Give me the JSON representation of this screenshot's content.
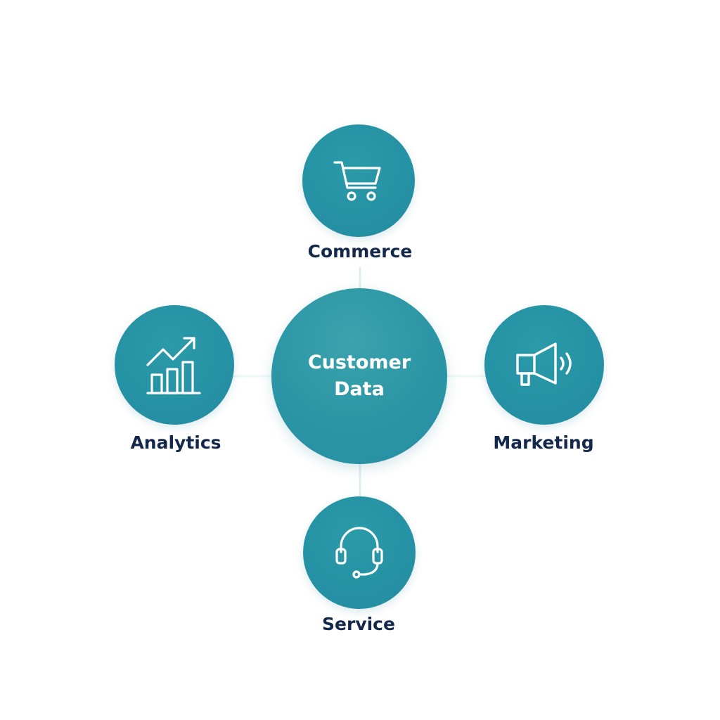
{
  "hub": {
    "title": "Customer Data"
  },
  "nodes": {
    "commerce": {
      "label": "Commerce",
      "icon": "shopping-cart-icon"
    },
    "analytics": {
      "label": "Analytics",
      "icon": "bar-chart-trend-icon"
    },
    "marketing": {
      "label": "Marketing",
      "icon": "megaphone-icon"
    },
    "service": {
      "label": "Service",
      "icon": "headset-icon"
    }
  },
  "colors": {
    "node_fill": "#2590a4",
    "hub_fill": "#2b95a5",
    "label_text": "#14284b",
    "icon_stroke": "#ffffff",
    "connector": "#dbeff2"
  }
}
